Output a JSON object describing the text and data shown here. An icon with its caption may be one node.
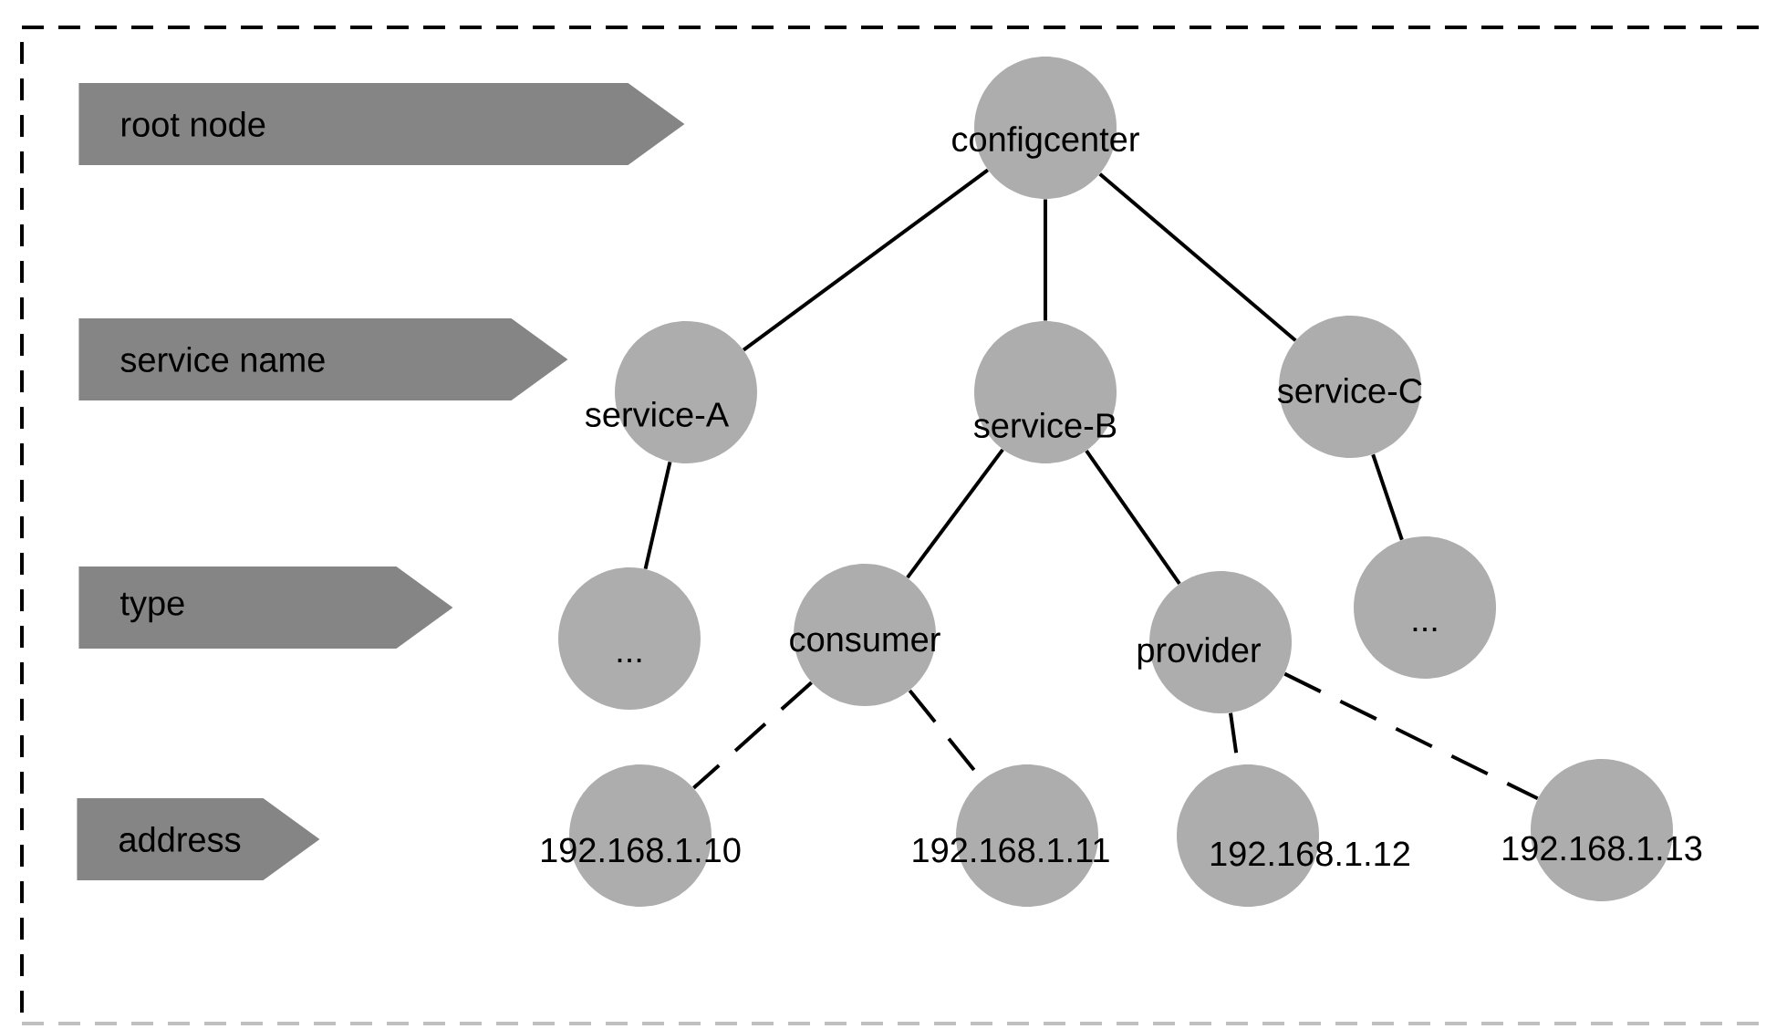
{
  "diagram": {
    "nodes": [
      {
        "text": [
          "root node"
        ]
      },
      {
        "text": [
          "service name"
        ]
      },
      {
        "text": [
          "type"
        ]
      },
      {
        "text": [
          "address"
        ]
      },
      {
        "text": [
          "configcenter"
        ]
      },
      {
        "text": [
          "service-A"
        ]
      },
      {
        "text": [
          "service-B"
        ]
      },
      {
        "text": [
          "service-C"
        ]
      },
      {
        "text": [
          "..."
        ]
      },
      {
        "text": [
          "consumer"
        ]
      },
      {
        "text": [
          "provider"
        ]
      },
      {
        "text": [
          "..."
        ]
      },
      {
        "text": [
          "192.168.1.10"
        ]
      },
      {
        "text": [
          "192.168.1.11"
        ]
      },
      {
        "text": [
          "192.168.1.12"
        ]
      },
      {
        "text": [
          "192.168.1.13"
        ]
      }
    ],
    "edges": [
      {
        "from": 4,
        "to": 5,
        "arrow": "none"
      },
      {
        "from": 4,
        "to": 6,
        "arrow": "none"
      },
      {
        "from": 4,
        "to": 7,
        "arrow": "none"
      },
      {
        "from": 5,
        "to": 8,
        "arrow": "none"
      },
      {
        "from": 6,
        "to": 9,
        "arrow": "none"
      },
      {
        "from": 6,
        "to": 10,
        "arrow": "none"
      },
      {
        "from": 7,
        "to": 11,
        "arrow": "none"
      },
      {
        "from": 9,
        "to": 12,
        "arrow": "none",
        "style": "dashed"
      },
      {
        "from": 9,
        "to": 13,
        "arrow": "none",
        "style": "dashed"
      },
      {
        "from": 10,
        "to": 14,
        "arrow": "none",
        "style": "dashed"
      },
      {
        "from": 10,
        "to": 15,
        "arrow": "none",
        "style": "dashed"
      }
    ]
  }
}
